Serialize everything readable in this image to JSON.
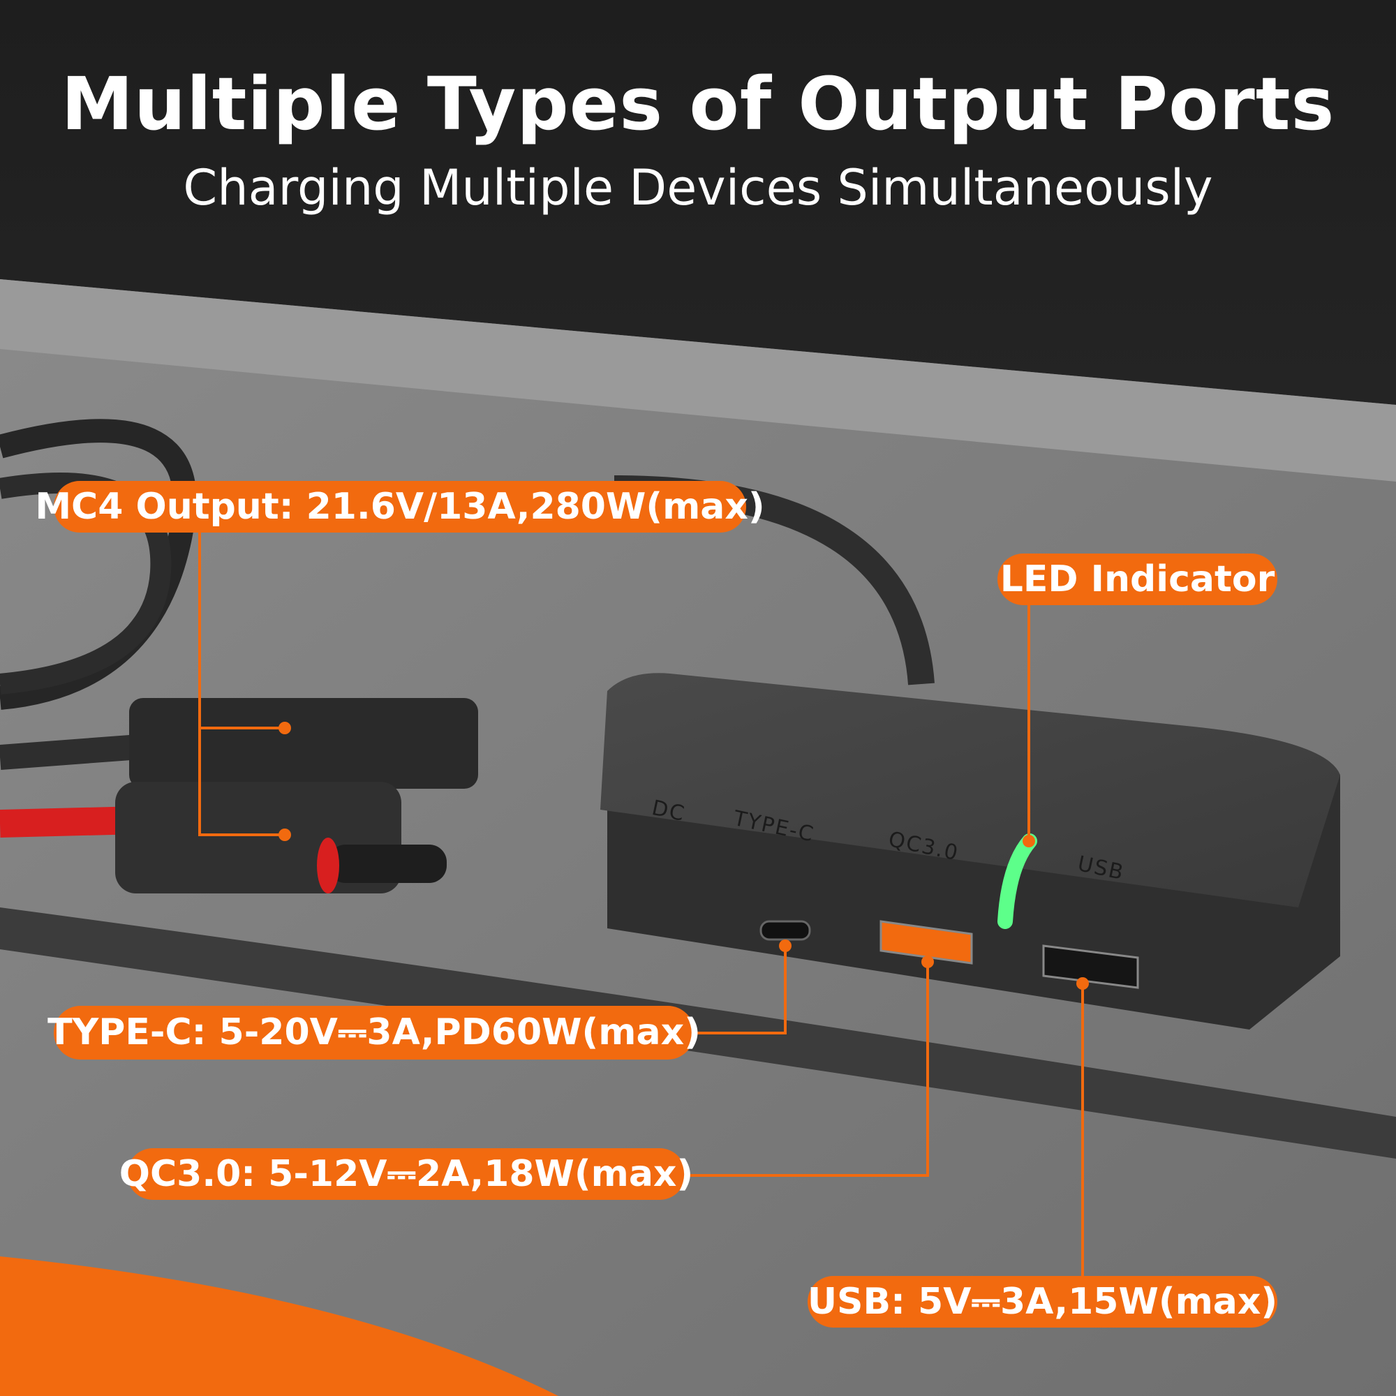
{
  "header": {
    "title": "Multiple Types of Output Ports",
    "subtitle": "Charging Multiple Devices Simultaneously"
  },
  "callouts": {
    "mc4": "MC4 Output: 21.6V/13A,280W(max)",
    "led": "LED Indicator",
    "typec": "TYPE-C: 5-20V⎓3A,PD60W(max)",
    "qc": "QC3.0: 5-12V⎓2A,18W(max)",
    "usb": "USB: 5V⎓3A,15W(max)"
  },
  "device_ports": [
    "DC",
    "TYPE-C",
    "QC3.0",
    "USB"
  ],
  "colors": {
    "accent": "#f26a0f",
    "led": "#5dff8a",
    "body": "#3a3a3a"
  }
}
